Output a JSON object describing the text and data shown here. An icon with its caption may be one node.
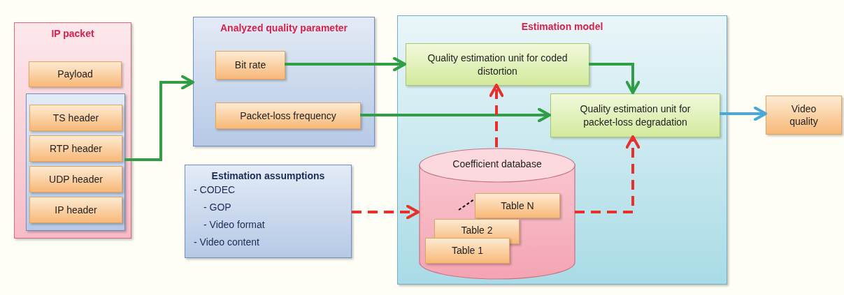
{
  "diagram": {
    "nodes": [
      {
        "text": [
          "IP packet"
        ]
      },
      {
        "text": [
          "Payload"
        ],
        "in": 0
      },
      {
        "text": [],
        "shape": "box",
        "in": 0
      },
      {
        "text": [
          "TS header"
        ],
        "in": 2
      },
      {
        "text": [
          "RTP header"
        ],
        "in": 2
      },
      {
        "text": [
          "UDP header"
        ],
        "in": 2
      },
      {
        "text": [
          "IP header"
        ],
        "in": 2
      },
      {
        "text": [
          "Analyzed quality parameter"
        ]
      },
      {
        "text": [
          "Bit rate"
        ],
        "in": 7
      },
      {
        "text": [
          "Packet-loss frequency"
        ],
        "in": 7
      },
      {
        "text": [
          "Estimation assumptions",
          "- CODEC",
          "- GOP",
          "- Video format",
          "- Video content"
        ]
      },
      {
        "text": [
          "Estimation model"
        ]
      },
      {
        "text": [
          "Quality estimation unit for coded distortion"
        ],
        "in": 11
      },
      {
        "text": [
          "Quality estimation unit for packet-loss degradation"
        ],
        "in": 11
      },
      {
        "text": [
          "Coefficient database"
        ],
        "in": 11
      },
      {
        "text": [
          "Table N"
        ],
        "in": 14
      },
      {
        "text": [
          "Table 2"
        ],
        "in": 14
      },
      {
        "text": [
          "Table 1"
        ],
        "in": 14
      },
      {
        "text": [
          "Video quality"
        ]
      }
    ],
    "edges": [
      {
        "from": 2,
        "to": 7,
        "arrow": "to"
      },
      {
        "from": 8,
        "to": 12,
        "arrow": "to"
      },
      {
        "from": 9,
        "to": 13,
        "arrow": "to"
      },
      {
        "from": 12,
        "to": 13,
        "arrow": "to"
      },
      {
        "from": 13,
        "to": 18,
        "arrow": "to",
        "color": "#4aa8d8"
      },
      {
        "from": 10,
        "to": 14,
        "arrow": "to",
        "style": "dashed",
        "color": "#e8302a"
      },
      {
        "from": 14,
        "to": 12,
        "arrow": "to",
        "style": "dashed",
        "color": "#e8302a"
      },
      {
        "from": 14,
        "to": 13,
        "arrow": "to",
        "style": "dashed",
        "color": "#e8302a"
      }
    ]
  }
}
